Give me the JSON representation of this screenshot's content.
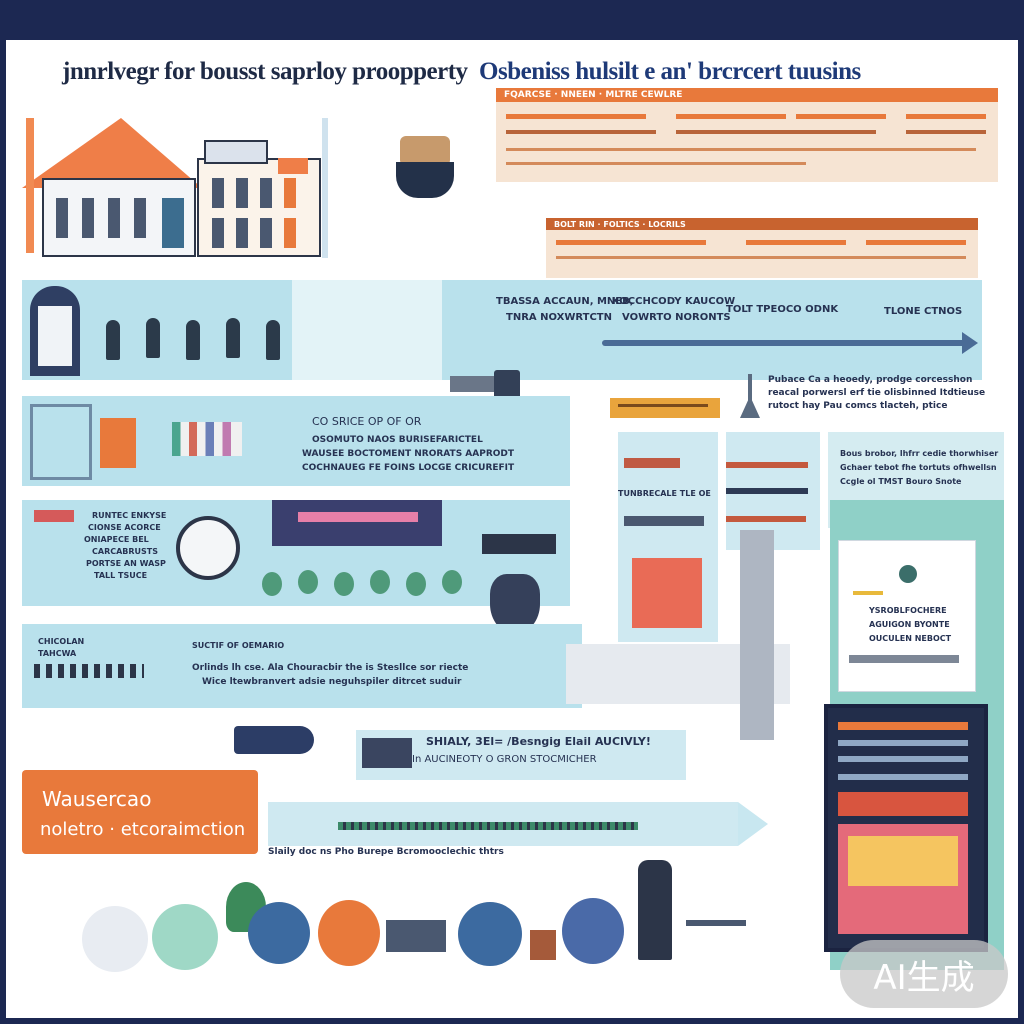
{
  "header": {
    "title_part1": "jnnrlvegr for bousst saprloy proopperty",
    "title_part2": "Osbeniss hulsilt e an' brcrcert tuusins"
  },
  "top_tables": {
    "row1_label": "FQARCSE · NNEEN · MLTRE CEWLRE",
    "row2_label": "BOLT RIN · FOLTICS · LOCRILS"
  },
  "banner1": {
    "col1_line1": "TBASSA ACCAUN, MNEB,",
    "col1_line2": "TNRA NOXWRTCTN",
    "col2_line1": "KOCCHCODY KAUCOW",
    "col2_line2": "VOWRTO NORONTS",
    "col3": "TOLT TPEOCO ODNK",
    "col4": "TLONE CTNOS"
  },
  "right_note": {
    "line1": "Pubace Ca a heoedy, prodge corcesshon",
    "line2": "reacal porwersl erf tie olisbinned Itdtieuse",
    "line3": "rutoct hay Pau comcs tlacteh, ptice"
  },
  "section_co": {
    "heading": "CO SRICE  OP OF OR",
    "line1": "OSOMUTO NAOS BURISEFARICTEL",
    "line2": "WAUSEE BOCTOMENT NRORATS AAPRODT",
    "line3": "COCHNAUEG FE FOINS LOCGE CRICUREFIT"
  },
  "section_mid": {
    "line1": "RUNTEC ENKYSE",
    "line2": "CIONSE ACORCE",
    "line3": "ONIAPECE BEL",
    "line4": "CARCABRUSTS",
    "line5": "PORTSE AN WASP",
    "line6": "TALL TSUCE"
  },
  "section_low": {
    "left_line1": "CHICOLAN",
    "left_line2": "TAHCWA",
    "right_heading": "SUCTIF OF OEMARIO",
    "line1": "Orlinds lh cse. Ala Chouracbir the is Stesllce sor riecte",
    "line2": "Wice ltewbranvert adsie neguhspiler ditrcet suduir"
  },
  "side_panel": {
    "label": "TUNBRECALE TLE OE",
    "card_line1": "Bous brobor, lhfrr cedie thorwhiser",
    "card_line2": "Gchaer tebot fhe tortuts ofhwellsn",
    "card_line3": "Ccgle ol TMST Bouro Snote"
  },
  "tall_card": {
    "line1": "YSROBLFOCHERE",
    "line2": "AGUIGON BYONTE",
    "line3": "OUCULEN NEBOCT"
  },
  "ticket": {
    "line1": "SHIALY, 3El= /Besngig Elail AUCIVLY!",
    "line2": "In AUCINEOTY O GRON STOCMICHER"
  },
  "orange_block": {
    "line1": "Wausercao",
    "line2": "noletro · etcoraimction"
  },
  "arrow_bottom": {
    "caption": "Slaily doc ns Pho Burepe Bcromooclechic thtrs"
  },
  "watermark": "AI生成",
  "colors": {
    "navy": "#1c2852",
    "orange": "#e8793b",
    "light_blue": "#b9e1ec",
    "teal": "#8fd0c7"
  }
}
